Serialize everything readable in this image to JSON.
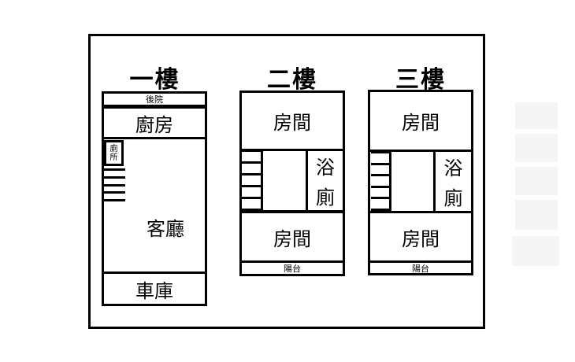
{
  "floors": [
    {
      "title": "一樓",
      "backyard": "後院",
      "kitchen": "廚房",
      "toilet": "廁\n所",
      "living_room": "客廳",
      "garage": "車庫"
    },
    {
      "title": "二樓",
      "room_top": "房間",
      "bath_1": "浴",
      "bath_2": "廁",
      "room_bottom": "房間",
      "balcony": "陽台"
    },
    {
      "title": "三樓",
      "room_top": "房間",
      "bath_1": "浴",
      "bath_2": "廁",
      "room_bottom": "房間",
      "balcony": "陽台"
    }
  ]
}
